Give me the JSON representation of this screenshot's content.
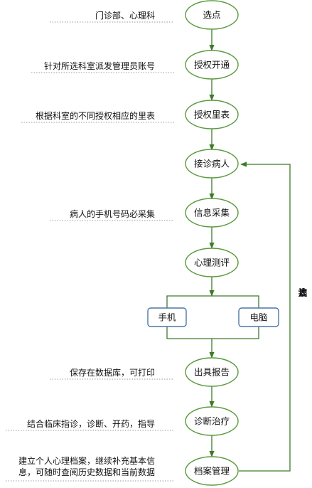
{
  "nodes": [
    "选点",
    "授权开通",
    "授权里表",
    "接诊病人",
    "信息采集",
    "心理测评",
    "出具报告",
    "诊断治疗",
    "档案管理"
  ],
  "devices": [
    "手机",
    "电脑"
  ],
  "notes": {
    "n1": "门诊部、心理科",
    "n2": "针对所选科室派发管理员账号",
    "n3": "根据科室的不同授权相应的里表",
    "n4": "病人的手机号码必采集",
    "n5": "保存在数据库，可打印",
    "n6": "结合临床指诊，诊断、开药，指导",
    "n7_line1": "建立个人心理档案，继续补充基本信",
    "n7_line2": "息，可随时查阅历史数据和当前数据"
  },
  "loop_label": [
    "病",
    "人",
    "复",
    "诊"
  ],
  "colors": {
    "ellipse_border": "#5a9a3c",
    "box_border": "#4a77a8",
    "arrow": "#3d7a2a",
    "dots": "#999999"
  }
}
